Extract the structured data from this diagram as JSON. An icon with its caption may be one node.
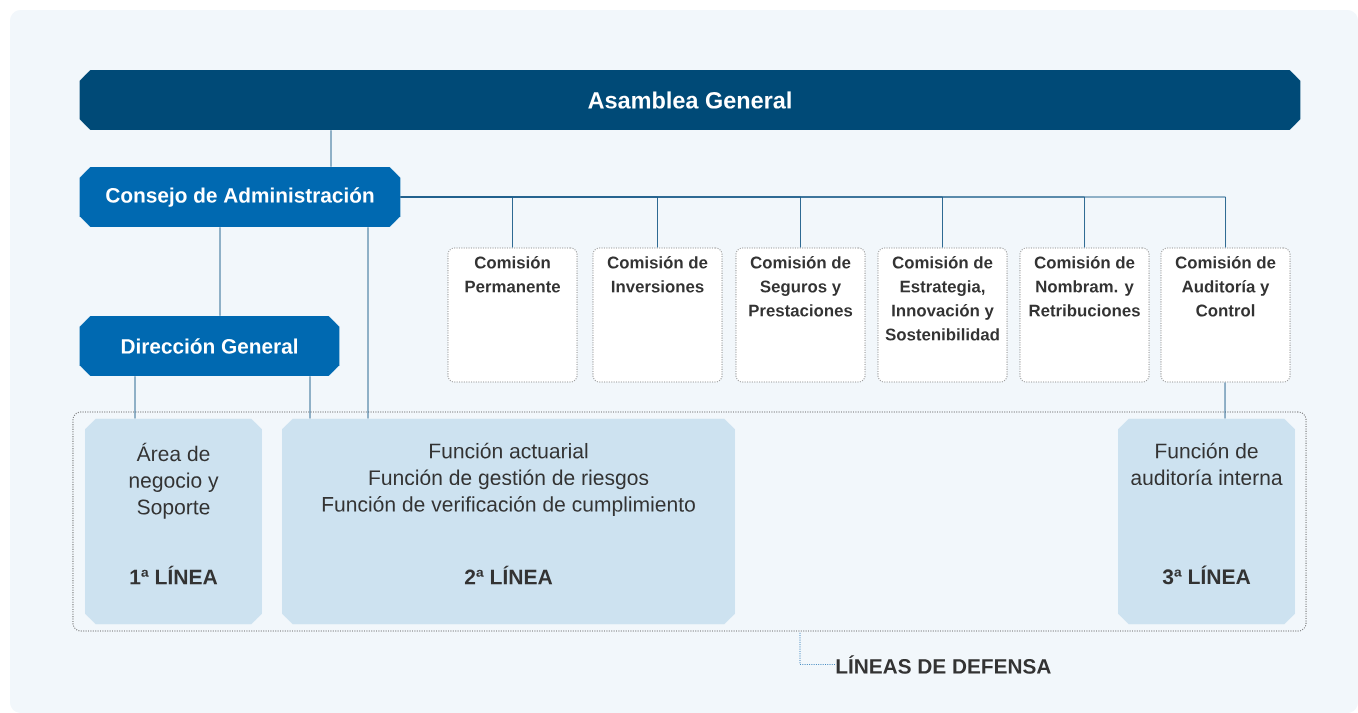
{
  "diagram": {
    "nodes": [
      {
        "text": [
          "Asamblea General"
        ]
      },
      {
        "text": [
          "Consejo de Administración"
        ]
      },
      {
        "text": [
          "Dirección General"
        ]
      },
      {
        "text": [
          "Comisión Permanente"
        ]
      },
      {
        "text": [
          "Comisión de Inversiones"
        ]
      },
      {
        "text": [
          "Comisión de Seguros y Prestaciones"
        ]
      },
      {
        "text": [
          "Comisión de Estrategia, Innovación y Sostenibilidad"
        ]
      },
      {
        "text": [
          "Comisión de Nombram. y Retribuciones"
        ]
      },
      {
        "text": [
          "Comisión de Auditoría y Control"
        ]
      },
      {
        "text": [],
        "shape": "box"
      },
      {
        "text": [
          "Área de negocio y Soporte",
          "1ª LÍNEA"
        ],
        "in": 9
      },
      {
        "text": [
          "Función actuarial",
          "Función de gestión de riesgos",
          "Función de verificación de cumplimiento",
          "2ª LÍNEA"
        ],
        "in": 9
      },
      {
        "text": [
          "Función de auditoría interna",
          "3ª LÍNEA"
        ],
        "in": 9
      },
      {
        "text": [
          "LÍNEAS DE DEFENSA"
        ]
      }
    ],
    "edges": [
      {
        "from": 0,
        "to": 1,
        "arrow": "none"
      },
      {
        "from": 1,
        "to": 3,
        "arrow": "none"
      },
      {
        "from": 1,
        "to": 4,
        "arrow": "none"
      },
      {
        "from": 1,
        "to": 5,
        "arrow": "none"
      },
      {
        "from": 1,
        "to": 6,
        "arrow": "none"
      },
      {
        "from": 1,
        "to": 7,
        "arrow": "none"
      },
      {
        "from": 1,
        "to": 8,
        "arrow": "none"
      },
      {
        "from": 1,
        "to": 2,
        "arrow": "none"
      },
      {
        "from": 1,
        "to": 11,
        "arrow": "none"
      },
      {
        "from": 2,
        "to": 10,
        "arrow": "none"
      },
      {
        "from": 2,
        "to": 11,
        "arrow": "none"
      },
      {
        "from": 8,
        "to": 12,
        "arrow": "none"
      },
      {
        "from": 13,
        "to": 9,
        "arrow": "none",
        "style": "dashed",
        "color": "#2a7ab8"
      }
    ]
  }
}
